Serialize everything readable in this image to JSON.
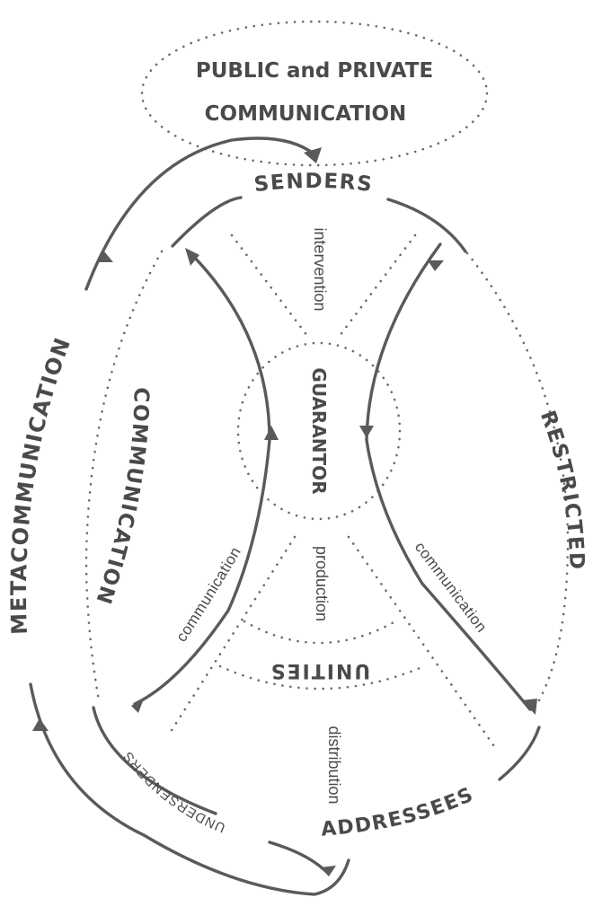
{
  "diagram": {
    "title_line1": "PUBLIC and PRIVATE",
    "title_line2": "COMMUNICATION",
    "nodes": {
      "senders": "SENDERS",
      "guarantor": "GUARANTOR",
      "unities": "UNITIES",
      "addressees": "ADDRESSEES",
      "undersenders": "UNDERSENDERS"
    },
    "outer_left_label": "METACOMMUNICATION",
    "inner_left_label": "COMMUNICATION",
    "right_label": "RESTRICTED",
    "axis_labels": {
      "intervention": "intervention",
      "production": "production",
      "distribution": "distribution"
    },
    "edge_labels": {
      "left_communication": "communication",
      "right_communication": "communication"
    }
  }
}
